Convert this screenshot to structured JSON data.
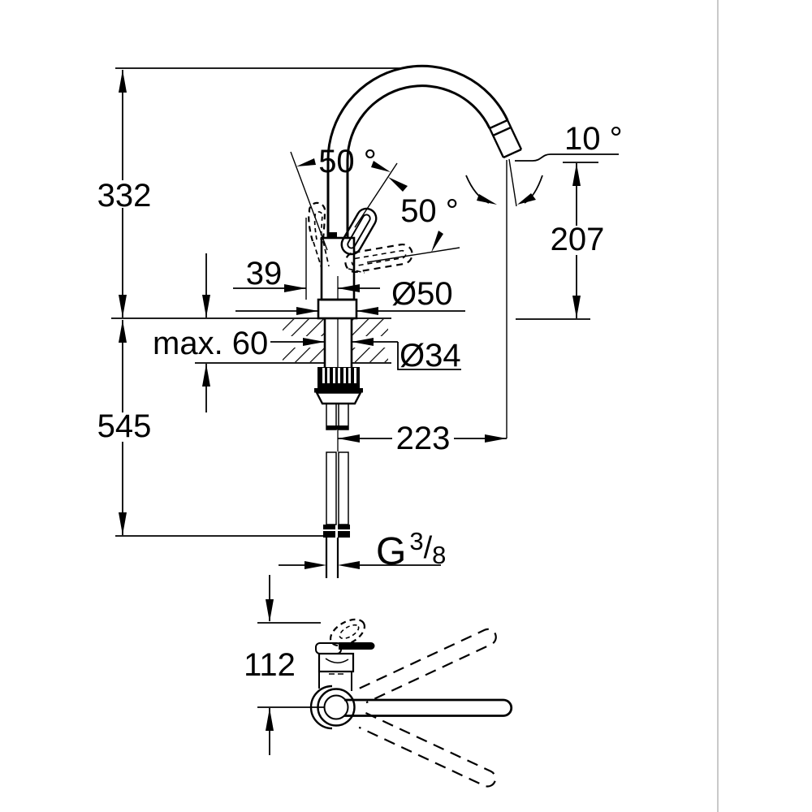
{
  "drawing": {
    "type": "kitchen-faucet-installation-dimensions",
    "background": "#ffffff",
    "ink_color": "#000000",
    "divider_color": "#c9c9c9",
    "labels": {
      "height_overall": "332",
      "height_under_counter": "545",
      "counter_thickness": "max. 60",
      "lever_clearance": "39",
      "base_diameter": "Ø50",
      "hole_diameter": "Ø34",
      "spout_reach": "223",
      "outlet_height": "207",
      "outlet_angle": "10 °",
      "lever_angle_front": "50 °",
      "lever_angle_side": "50 °",
      "plan_offset": "112",
      "thread": {
        "prefix": "G",
        "numerator": "3",
        "slash": "/",
        "denominator": "8"
      }
    }
  }
}
